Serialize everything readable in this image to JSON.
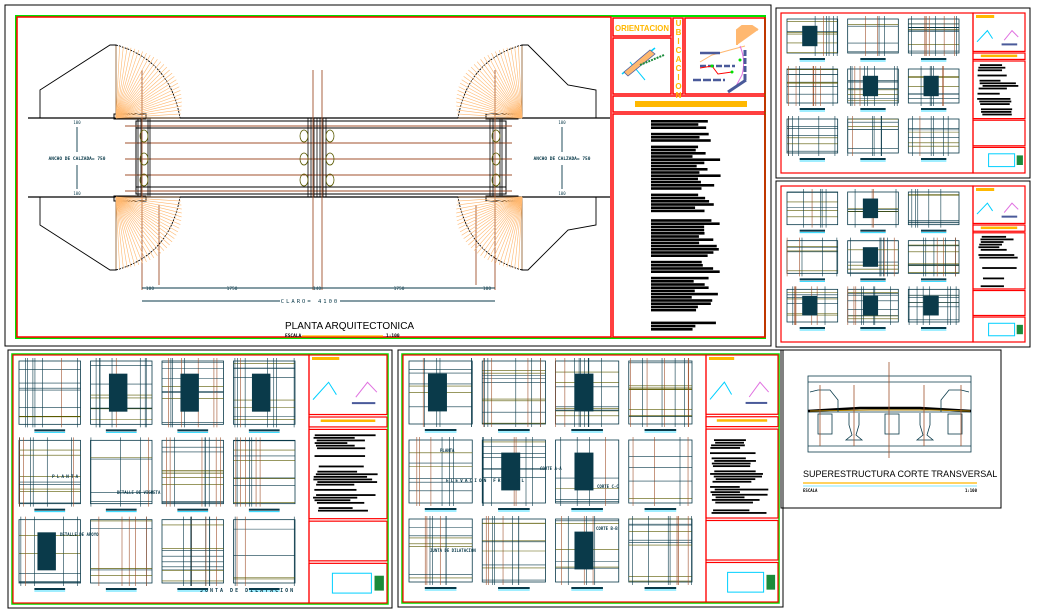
{
  "main_sheet": {
    "title": "PLANTA ARQUITECTONICA",
    "scale_label": "ESCALA",
    "scale_value": "1:100",
    "orientation_label": "ORIENTACION",
    "location_label": "UBICACION",
    "roadway_width_left": "ANCHO DE CALZADA= 750",
    "roadway_width_right": "ANCHO DE CALZADA= 750",
    "dim_top_left": "100",
    "dim_bottom_left": "100",
    "dim_top_right": "100",
    "dim_bottom_right": "100",
    "span_dims": [
      "100",
      "1750",
      "140",
      "1750",
      "100"
    ],
    "span_total": "CLARO= 4100"
  },
  "sheet_pile_details": {
    "views": [
      "PLANTA",
      "ELEVACION FRONTAL",
      "CORTE A-A",
      "CORTE B-B",
      "CORTE C-C",
      "JUNTA DE DILATACION"
    ]
  },
  "sheet_foundation": {
    "views": [
      "PLANTA",
      "DETALLE DE VIGUETA",
      "DETALLE DE APOYO",
      "JUNTA DE DILATACION"
    ]
  },
  "cross_section_sheet": {
    "title": "SUPERESTRUCTURA CORTE TRANSVERSAL",
    "scale_label": "ESCALA",
    "scale_value": "1:100"
  },
  "colors": {
    "frame_green": "#00e000",
    "frame_red": "#ff0000",
    "dimension": "#0a3a4a",
    "axis_brown": "#a0522d",
    "fan_orange": "#ffb870",
    "title_yellow": "#ffb800"
  }
}
